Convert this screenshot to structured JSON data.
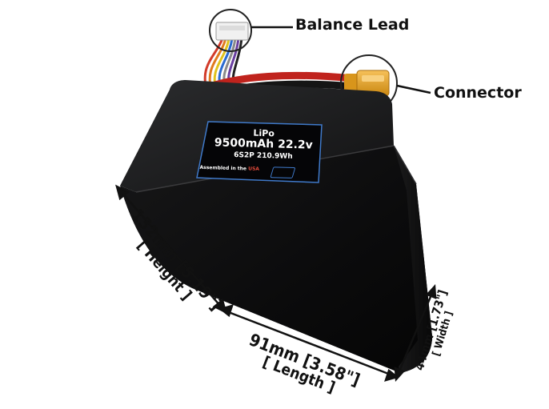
{
  "callouts": {
    "balance_lead": "Balance Lead",
    "connector": "Connector"
  },
  "battery_label": {
    "chemistry": "LiPo",
    "capacity_voltage": "9500mAh 22.2v",
    "config": "6S2P 210.9Wh",
    "assembled": "Assembled in the",
    "country": "USA"
  },
  "dimensions": {
    "height_value": "132mm [5.19\"]",
    "height_label": "[ Height ]",
    "length_value": "91mm [3.58\"]",
    "length_label": "[ Length ]",
    "width_value": "44mm [1.73\"]",
    "width_label": "[ Width ]"
  },
  "colors": {
    "battery_body": "#0b0b0c",
    "connector": "#e8a21f",
    "wire_red": "#c0231d",
    "label_border": "#3f79c9"
  }
}
